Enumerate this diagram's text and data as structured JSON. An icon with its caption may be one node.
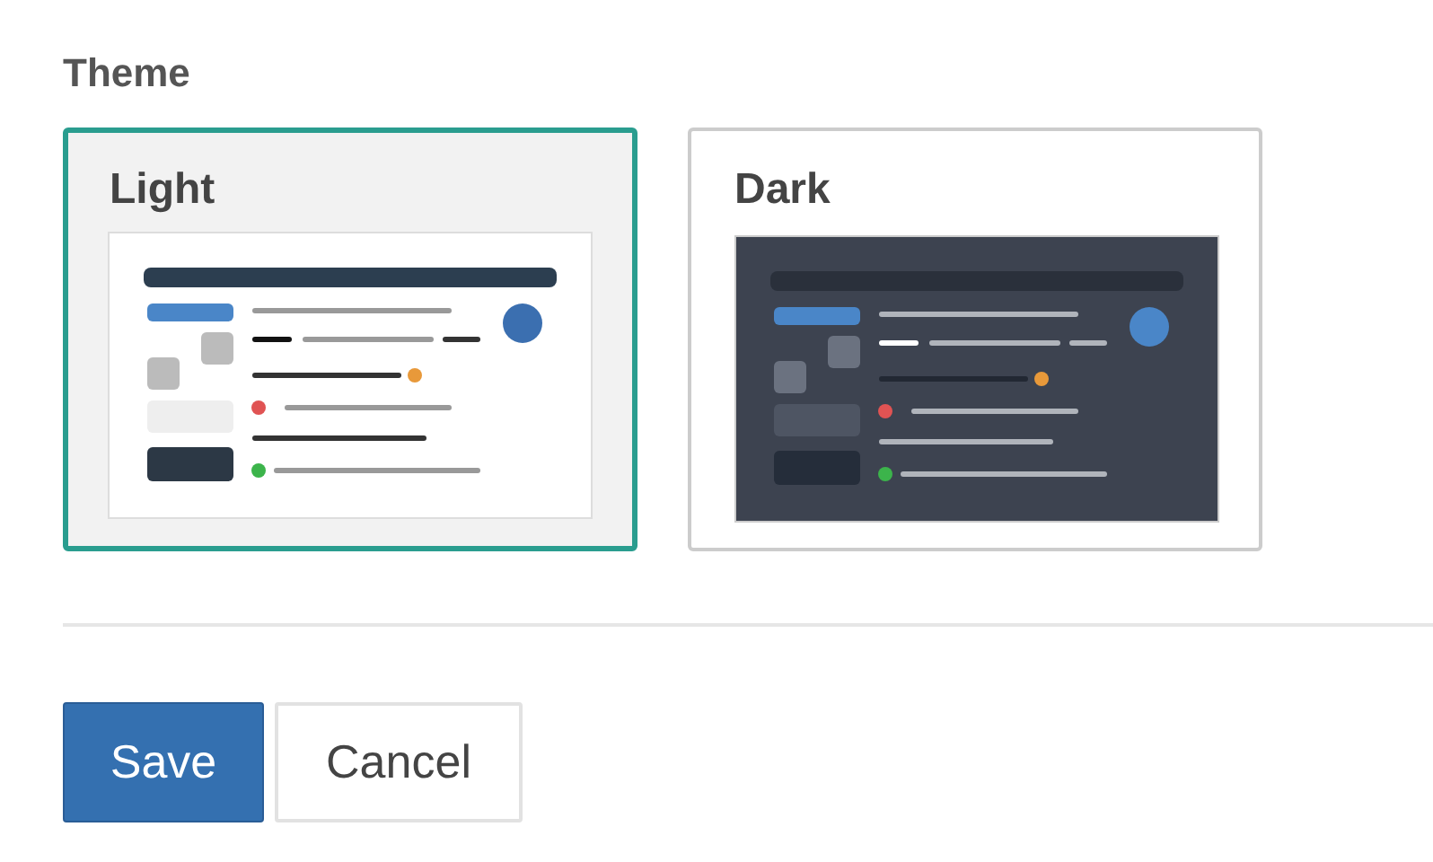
{
  "diagram": {
    "title": "Theme",
    "nodes": [
      {
        "text": [
          "Light"
        ]
      },
      {
        "text": [
          "Dark"
        ]
      },
      {
        "text": [
          "Save"
        ]
      },
      {
        "text": [
          "Cancel"
        ]
      }
    ]
  }
}
